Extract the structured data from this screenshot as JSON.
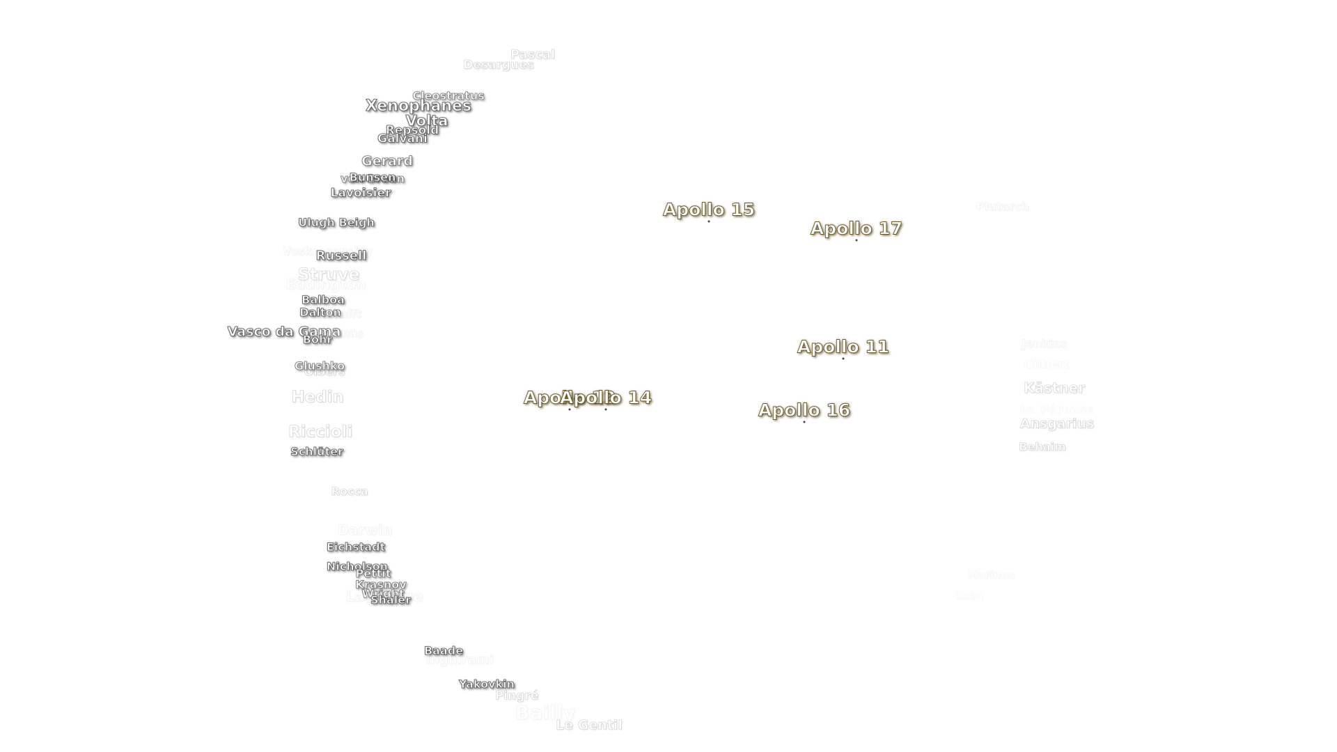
{
  "apollo_sites": [
    {
      "label": "Apollo 15",
      "key": "apollo-15"
    },
    {
      "label": "Apollo 17",
      "key": "apollo-17"
    },
    {
      "label": "Apollo 11",
      "key": "apollo-11"
    },
    {
      "label": "Apollo 12",
      "key": "apollo-12"
    },
    {
      "label": "Apollo 14",
      "key": "apollo-14"
    },
    {
      "label": "Apollo 16",
      "key": "apollo-16"
    }
  ],
  "craters": [
    {
      "label": "Pascal",
      "key": "pascal"
    },
    {
      "label": "Desargues",
      "key": "desargues"
    },
    {
      "label": "Cleostratus",
      "key": "cleostratus"
    },
    {
      "label": "Xenophanes",
      "key": "xenophanes"
    },
    {
      "label": "Volta",
      "key": "volta"
    },
    {
      "label": "Repsold",
      "key": "repsold"
    },
    {
      "label": "Galvani",
      "key": "galvani"
    },
    {
      "label": "Gerard",
      "key": "gerard"
    },
    {
      "label": "von Braun",
      "key": "von-braun"
    },
    {
      "label": "Bunsen",
      "key": "bunsen"
    },
    {
      "label": "Lavoisier",
      "key": "lavoisier"
    },
    {
      "label": "Ulugh Beigh",
      "key": "ulugh-beigh"
    },
    {
      "label": "Voskresenskiy",
      "key": "voskresenskiy"
    },
    {
      "label": "Russell",
      "key": "russell"
    },
    {
      "label": "Struve",
      "key": "struve"
    },
    {
      "label": "Eddington",
      "key": "eddington"
    },
    {
      "label": "Balboa",
      "key": "balboa"
    },
    {
      "label": "Dalton",
      "key": "dalton"
    },
    {
      "label": "Krafft",
      "key": "krafft"
    },
    {
      "label": "Vasco da Gama",
      "key": "vasco-da-gama"
    },
    {
      "label": "Cardanus",
      "key": "cardanus"
    },
    {
      "label": "Bohr",
      "key": "bohr"
    },
    {
      "label": "Olbers",
      "key": "olbers"
    },
    {
      "label": "Glushko",
      "key": "glushko"
    },
    {
      "label": "Hedin",
      "key": "hedin"
    },
    {
      "label": "Riccioli",
      "key": "riccioli"
    },
    {
      "label": "Schlüter",
      "key": "schluter"
    },
    {
      "label": "Rocca",
      "key": "rocca"
    },
    {
      "label": "Darwin",
      "key": "darwin"
    },
    {
      "label": "Eichstadt",
      "key": "eichstadt"
    },
    {
      "label": "Nicholson",
      "key": "nicholson"
    },
    {
      "label": "Pettit",
      "key": "pettit"
    },
    {
      "label": "Krasnov",
      "key": "krasnov"
    },
    {
      "label": "Wright",
      "key": "wright"
    },
    {
      "label": "Lagrange",
      "key": "lagrange"
    },
    {
      "label": "Shaler",
      "key": "shaler"
    },
    {
      "label": "Baade",
      "key": "baade"
    },
    {
      "label": "Inghirami",
      "key": "inghirami"
    },
    {
      "label": "Yakovkin",
      "key": "yakovkin"
    },
    {
      "label": "Pingré",
      "key": "pingre"
    },
    {
      "label": "Bailly",
      "key": "bailly"
    },
    {
      "label": "Le Gentil",
      "key": "le-gentil"
    },
    {
      "label": "Plutarch",
      "key": "plutarch"
    },
    {
      "label": "Jenkins",
      "key": "jenkins"
    },
    {
      "label": "Gilbert",
      "key": "gilbert"
    },
    {
      "label": "Kästner",
      "key": "kastner"
    },
    {
      "label": "La Pérouse",
      "key": "la-perouse"
    },
    {
      "label": "Ansgarius",
      "key": "ansgarius"
    },
    {
      "label": "Behaim",
      "key": "behaim"
    },
    {
      "label": "Marinus",
      "key": "marinus"
    },
    {
      "label": "Oken",
      "key": "oken"
    }
  ]
}
